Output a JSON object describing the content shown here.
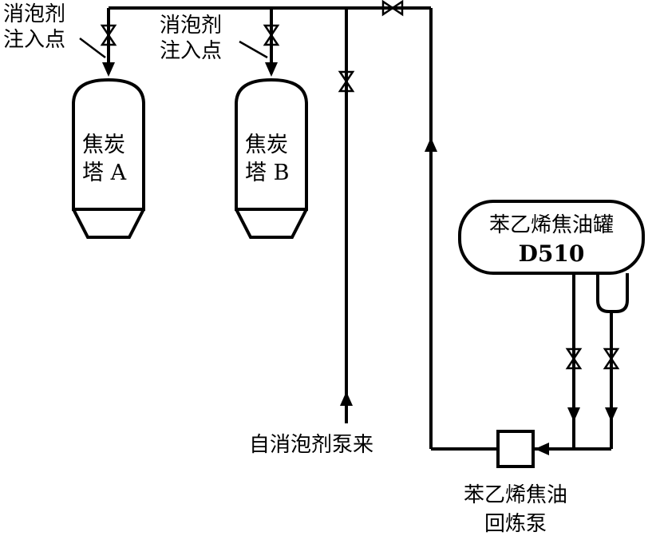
{
  "labels": {
    "injection_a_line1": "消泡剂",
    "injection_a_line2": "注入点",
    "injection_b_line1": "消泡剂",
    "injection_b_line2": "注入点",
    "tower_a_line1": "焦炭",
    "tower_a_line2": "塔 A",
    "tower_b_line1": "焦炭",
    "tower_b_line2": "塔 B",
    "tank_line1": "苯乙烯焦油罐",
    "tank_line2": "D510",
    "source_label": "自消泡剂泵来",
    "pump_line1": "苯乙烯焦油",
    "pump_line2": "回炼泵"
  },
  "colors": {
    "line": "#000000",
    "background": "#ffffff"
  }
}
